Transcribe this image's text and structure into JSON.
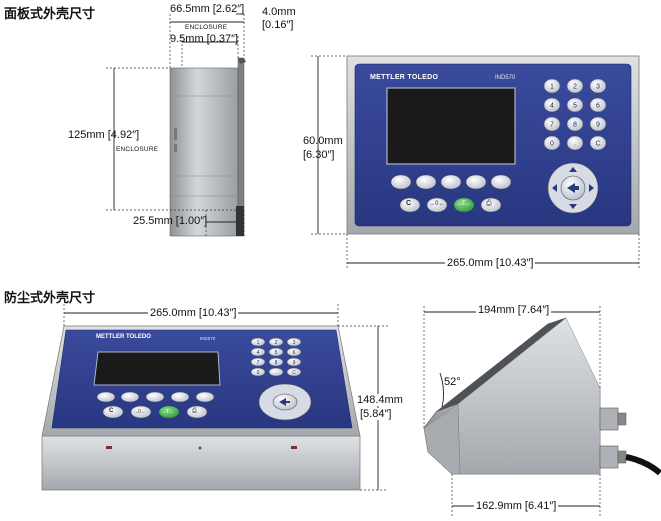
{
  "titles": {
    "panel": "面板式外壳尺寸",
    "dust": "防尘式外壳尺寸"
  },
  "panel_dims": {
    "depth_total": "66.5mm [2.62″]",
    "flange": "4.0mm",
    "flange_in": "[0.16″]",
    "enclosure_top": "ENCLOSURE",
    "inner_depth": "9.5mm [0.37″]",
    "height": "125mm [4.92″]",
    "enclosure_side": "ENCLOSURE",
    "bottom_depth": "25.5mm [1.00″]",
    "front_height": "60.0mm",
    "front_height_in": "[6.30″]",
    "front_width": "265.0mm [10.43″]"
  },
  "dust_dims": {
    "width": "265.0mm [10.43″]",
    "height": "148.4mm",
    "height_in": "[5.84″]",
    "side_depth_top": "194mm [7.64″]",
    "angle": "52°",
    "side_depth_bottom": "162.9mm [6.41″]"
  },
  "device": {
    "brand": "METTLER TOLEDO",
    "model": "IND570",
    "model_small": "IND570",
    "keypad": [
      "1",
      "2",
      "3",
      "4",
      "5",
      "6",
      "7",
      "8",
      "9",
      "0",
      ".",
      "C"
    ],
    "key_c": "C",
    "key_zero": "→0←",
    "key_tare": "→T←",
    "key_print": "⎙"
  },
  "colors": {
    "panel_blue": "#2f3f8f",
    "steel": "#b8bcc0",
    "screen": "#1c1c1c"
  }
}
